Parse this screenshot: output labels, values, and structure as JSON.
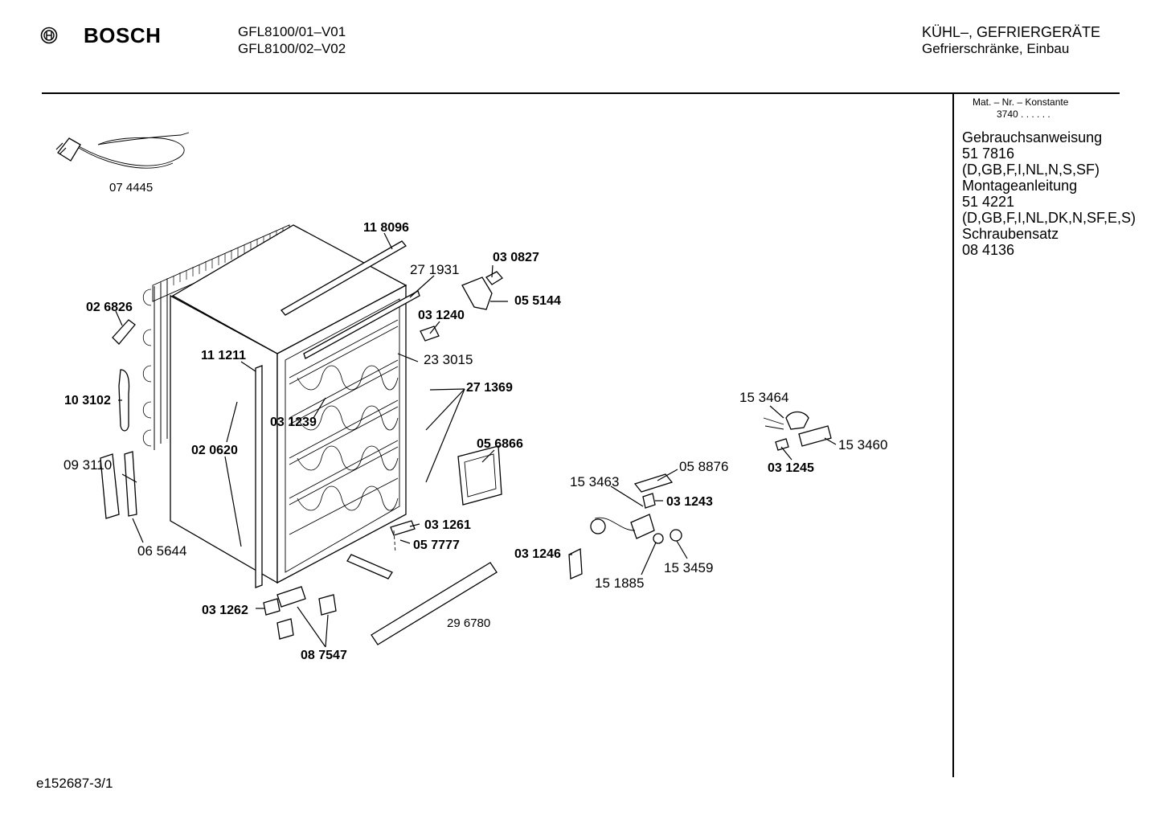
{
  "header": {
    "brand": "BOSCH",
    "models": [
      "GFL8100/01–V01",
      "GFL8100/02–V02"
    ],
    "category": "KÜHL–, GEFRIERGERÄTE",
    "subcategory": "Gefrierschränke, Einbau"
  },
  "sidebar": {
    "mat_label": "Mat. – Nr. – Konstante",
    "mat_value": "3740  .  .  .  .  .  .",
    "lines": [
      "Gebrauchsanweisung",
      "51 7816",
      "(D,GB,F,I,NL,N,S,SF)",
      "Montageanleitung",
      "51 4221",
      "(D,GB,F,I,NL,DK,N,SF,E,S)",
      "Schraubensatz",
      "08 4136"
    ]
  },
  "parts": {
    "p074445": "07 4445",
    "p118096": "11 8096",
    "p271931": "27 1931",
    "p030827": "03 0827",
    "p055144": "05 5144",
    "p026826": "02 6826",
    "p031240": "03 1240",
    "p111211": "11 1211",
    "p233015": "23 3015",
    "p103102": "10 3102",
    "p271369": "27 1369",
    "p031239": "03 1239",
    "p020620": "02 0620",
    "p056866": "05 6866",
    "p093110": "09 3110",
    "p065644": "06 5644",
    "p031261": "03 1261",
    "p057777": "05 7777",
    "p031262": "03 1262",
    "p087547": "08 7547",
    "p296780": "29 6780",
    "p031246": "03 1246",
    "p153463": "15 3463",
    "p058876": "05 8876",
    "p031243": "03 1243",
    "p151885": "15 1885",
    "p153459": "15 3459",
    "p153464": "15 3464",
    "p153460": "15 3460",
    "p031245": "03 1245"
  },
  "footer": {
    "code": "e152687-3/1"
  }
}
